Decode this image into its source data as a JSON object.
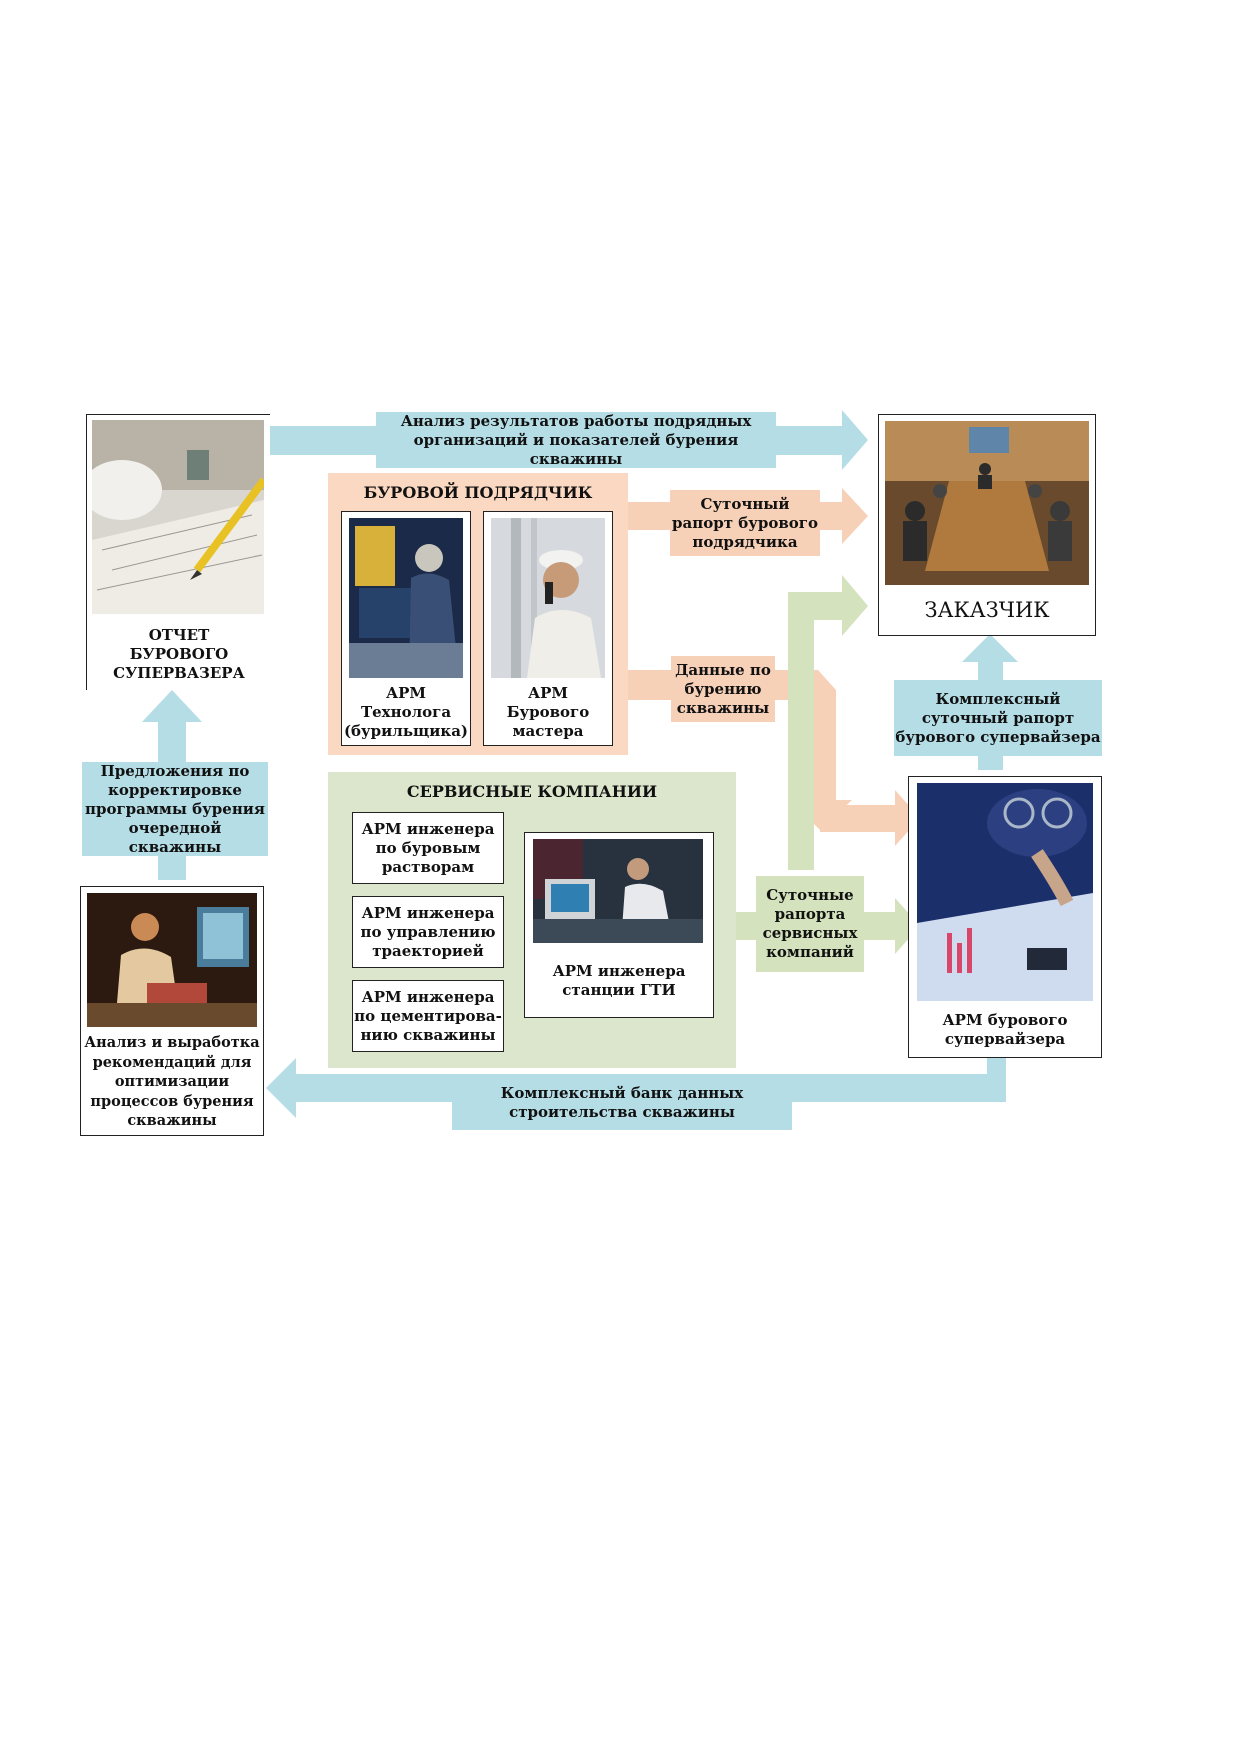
{
  "diagram": {
    "customer": {
      "title": "ЗАКАЗЧИК",
      "photo": "meeting-room-photo"
    },
    "supervisor_report": {
      "title": "ОТЧЕТ\nБУРОВОГО\nСУПЕРВАЗЕРА",
      "photo": "drafting-pencil-photo"
    },
    "drilling_contractor": {
      "title": "БУРОВОЙ ПОДРЯДЧИК",
      "arm_technologist": "АРМ\nТехнолога\n(бурильщика)",
      "arm_master": "АРМ\nБурового\nмастера"
    },
    "service_companies": {
      "title": "СЕРВИСНЫЕ КОМПАНИИ",
      "arm_mud": "АРМ инженера\nпо буровым\nрастворам",
      "arm_trajectory": "АРМ инженера\nпо управлению\nтраекторией",
      "arm_cementing": "АРМ инженера\nпо цементирова-\nнию скважины",
      "arm_gti": "АРМ инженера\nстанции ГТИ"
    },
    "arm_supervisor": "АРМ бурового\nсупервайзера",
    "analysis_box": "Анализ и выработка\nрекомендаций для\nоптимизации\nпроцессов бурения\nскважины",
    "flows": {
      "top_analysis": "Анализ результатов работы подрядных\nорганизаций и показателей бурения скважины",
      "daily_contractor": "Суточный\nрапорт бурового\nподрядчика",
      "drilling_data": "Данные по\nбурению\nскважины",
      "complex_daily": "Комплексный\nсуточный рапорт\nбурового супервайзера",
      "proposals": "Предложения по\nкорректировке\nпрограммы бурения\nочередной скважины",
      "daily_service": "Суточные\nрапорта\nсервисных\nкомпаний",
      "data_bank": "Комплексный банк данных\nстроительства скважины"
    },
    "colors": {
      "blue_flow": "#b5dde6",
      "orange_flow": "#f7d0b8",
      "green_flow": "#d4e2bd",
      "contractor_bg": "#fad8c1",
      "service_bg": "#dce6cc"
    }
  }
}
